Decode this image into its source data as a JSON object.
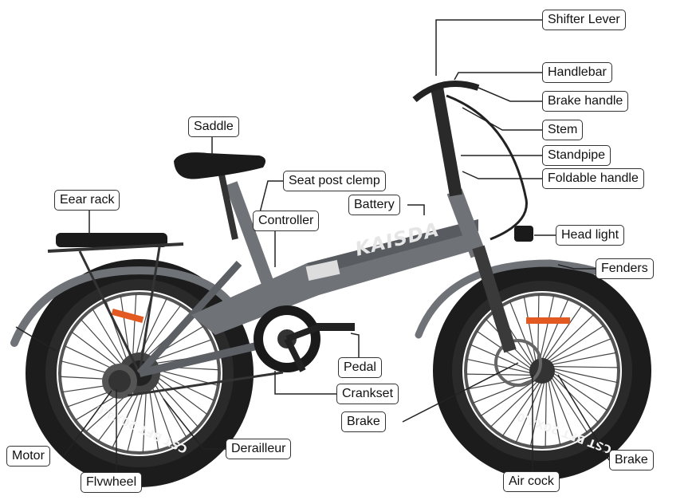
{
  "diagram": {
    "brand_logo_text": "KAISDA",
    "tire_text": "CST BFT 20X4.0",
    "colors": {
      "frame": "#6f7378",
      "frame_dark": "#3f4245",
      "tire": "#1c1c1c",
      "accent": "#e25a22",
      "leader": "#222222"
    },
    "labels": {
      "shifter_lever": "Shifter Lever",
      "handlebar": "Handlebar",
      "brake_handle": "Brake handle",
      "saddle": "Saddle",
      "stem": "Stem",
      "standpipe": "Standpipe",
      "seat_post_clamp": "Seat post clemp",
      "foldable_handle": "Foldable handle",
      "rear_rack": "Eear rack",
      "battery": "Battery",
      "controller": "Controller",
      "head_light": "Head light",
      "fenders": "Fenders",
      "pedal": "Pedal",
      "crankset": "Crankset",
      "front_brake": "Brake",
      "motor": "Motor",
      "derailleur": "Derailleur",
      "rear_disc_brake": "Brake",
      "flywheel": "Flvwheel",
      "air_cock": "Air cock"
    }
  }
}
